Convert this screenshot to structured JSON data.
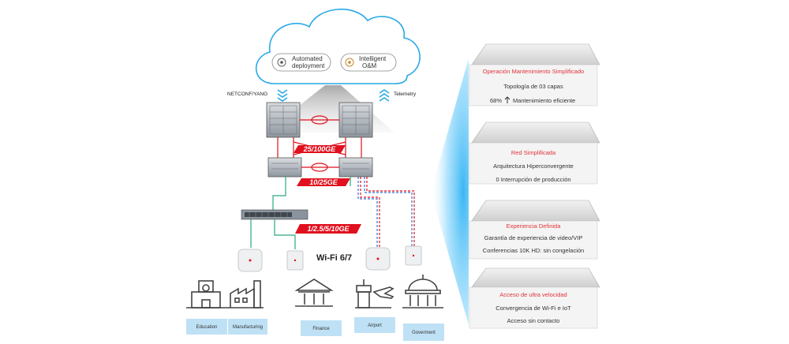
{
  "cloud": {
    "pill1": {
      "line1": "Automated",
      "line2": "deployment"
    },
    "pill2": {
      "line1": "Intelligent",
      "line2": "O&M"
    }
  },
  "labels": {
    "netconf": "NETCONF/YANG",
    "telemetry": "Telemetry",
    "wifi": "Wi-Fi 6/7"
  },
  "bands": {
    "core": "25/100GE",
    "agg": "10/25GE",
    "access": "1/2.5/5/10GE"
  },
  "cards": [
    {
      "title": "Operación Mantenimiento Simplificado",
      "line1": "Topología de 03 capas",
      "line2_prefix": "68%",
      "line2_suffix": "Mantenimiento eficiente"
    },
    {
      "title": "Red Simplificada",
      "line1": "Arquitectura Hiperconvergente",
      "line2": "0 Interrupción de producción"
    },
    {
      "title": "Experiencia Definida",
      "line1": "Garantía de experiencia de video/VIP",
      "line2": "Conferencias 10K HD: sin congelación"
    },
    {
      "title": "Acceso de ultra velocidad",
      "line1": "Convergencia de Wi-Fi e IoT",
      "line2": "Acceso sin contacto"
    }
  ],
  "sites": [
    {
      "label": "Education",
      "icon": "school-icon"
    },
    {
      "label": "Manufacturing",
      "icon": "factory-icon"
    },
    {
      "label": "Finance",
      "icon": "bank-icon"
    },
    {
      "label": "Airport",
      "icon": "airport-icon"
    },
    {
      "label": "Goverment",
      "icon": "government-icon"
    }
  ],
  "colors": {
    "red": "#e0101e",
    "cloud_stroke": "#29a9e6",
    "site_label_bg": "#bfe1f5",
    "card_title": "#e0323a",
    "link_green": "#2aa784",
    "link_blue": "#3a6fd8"
  }
}
